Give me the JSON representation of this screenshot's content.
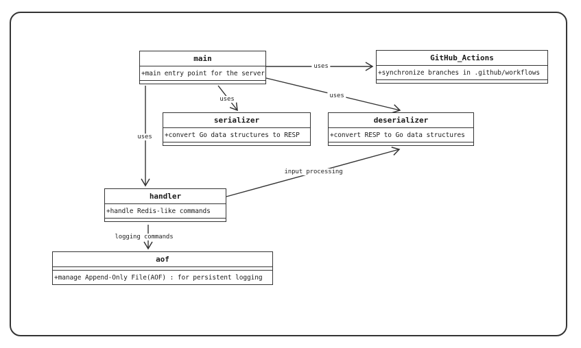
{
  "diagram": {
    "type": "uml-class-diagram",
    "colors": {
      "stroke": "#333333",
      "box_fill": "#ffffff",
      "text": "#1a1a1a",
      "background": "#ffffff"
    },
    "classes": [
      {
        "id": "main",
        "title": "main",
        "attributes": [
          "+main entry point for the server"
        ],
        "methods": []
      },
      {
        "id": "github-actions",
        "title": "GitHub_Actions",
        "attributes": [
          "+synchronize branches in .github/workflows"
        ],
        "methods": []
      },
      {
        "id": "serializer",
        "title": "serializer",
        "attributes": [
          "+convert Go data structures to RESP"
        ],
        "methods": []
      },
      {
        "id": "deserializer",
        "title": "deserializer",
        "attributes": [
          "+convert RESP to Go data structures"
        ],
        "methods": []
      },
      {
        "id": "handler",
        "title": "handler",
        "attributes": [
          "+handle Redis-like commands"
        ],
        "methods": []
      },
      {
        "id": "aof",
        "title": "aof",
        "attributes": [],
        "methods": [
          "+manage Append-Only File(AOF) : for persistent logging"
        ]
      }
    ],
    "edges": [
      {
        "from": "main",
        "to": "GitHub_Actions",
        "label": "uses"
      },
      {
        "from": "main",
        "to": "serializer",
        "label": "uses"
      },
      {
        "from": "main",
        "to": "deserializer",
        "label": "uses"
      },
      {
        "from": "main",
        "to": "handler",
        "label": "uses"
      },
      {
        "from": "handler",
        "to": "deserializer",
        "label": "input processing"
      },
      {
        "from": "handler",
        "to": "aof",
        "label": "logging commands"
      }
    ]
  }
}
